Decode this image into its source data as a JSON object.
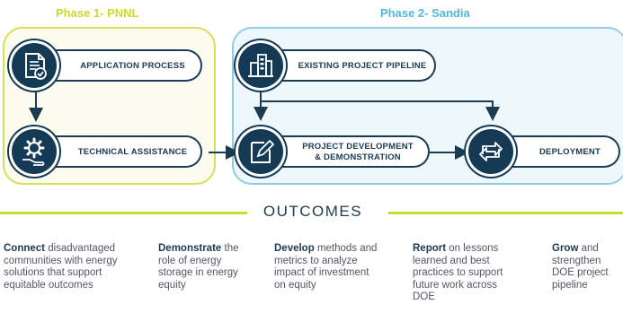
{
  "phases": [
    {
      "title": "Phase 1- PNNL"
    },
    {
      "title": "Phase 2- Sandia"
    }
  ],
  "steps": {
    "application": {
      "label": "APPLICATION PROCESS",
      "icon": "document-check-icon"
    },
    "technical": {
      "label": "TECHNICAL ASSISTANCE",
      "icon": "gear-hand-icon"
    },
    "pipeline": {
      "label": "EXISTING PROJECT PIPELINE",
      "icon": "buildings-icon"
    },
    "development": {
      "label_line1": "PROJECT DEVELOPMENT",
      "label_line2": "& DEMONSTRATION",
      "icon": "pencil-note-icon"
    },
    "deployment": {
      "label": "DEPLOYMENT",
      "icon": "swap-arrows-icon"
    }
  },
  "outcomes_title": "OUTCOMES",
  "outcomes": [
    {
      "verb": "Connect",
      "lines": [
        " disadvantaged",
        "communities with energy",
        "solutions that support",
        "equitable outcomes"
      ]
    },
    {
      "verb": "Demonstrate",
      "lines": [
        " the",
        "role of energy",
        "storage in energy",
        "equity"
      ]
    },
    {
      "verb": "Develop",
      "lines": [
        " methods and",
        "metrics to analyze",
        "impact of investment",
        "on equity"
      ]
    },
    {
      "verb": "Report",
      "lines": [
        " on lessons",
        "learned and best",
        "practices to support",
        "future work across",
        "DOE"
      ]
    },
    {
      "verb": "Grow",
      "lines": [
        " and",
        "strengthen",
        "DOE project",
        "pipeline"
      ]
    }
  ],
  "colors": {
    "navy": "#153a55",
    "phase1_accent": "#c9da2b",
    "phase2_accent": "#4fb8df",
    "text_gray": "#556677"
  }
}
